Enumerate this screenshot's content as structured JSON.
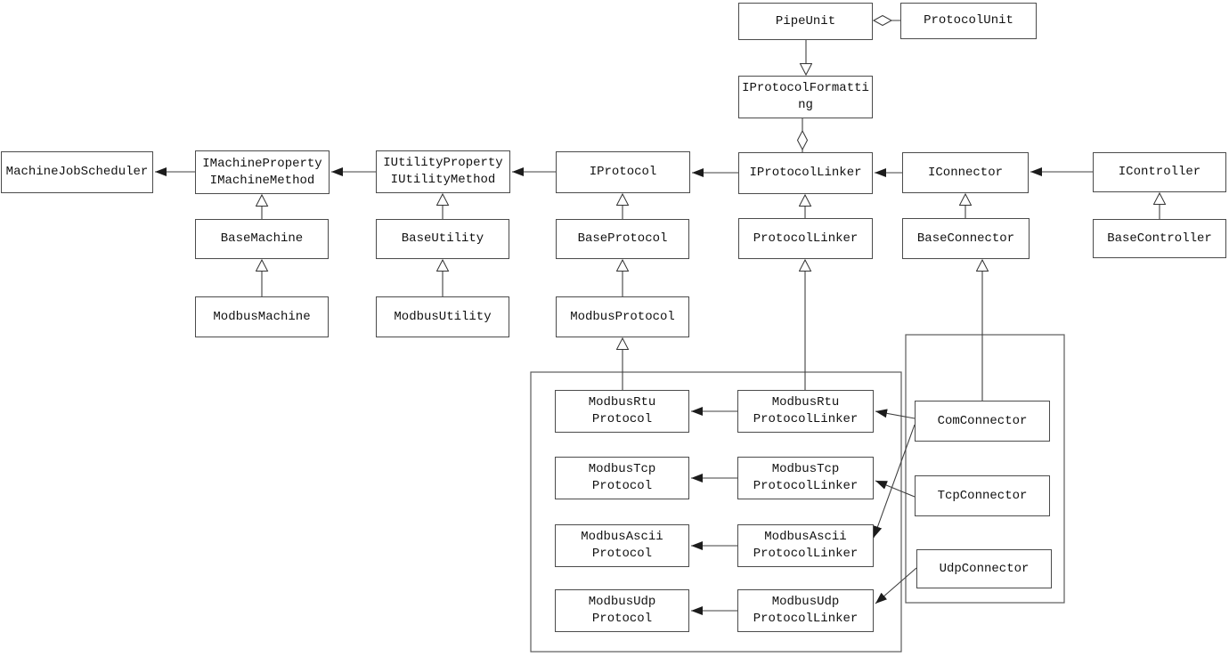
{
  "diagram": {
    "kind": "uml-class-diagram",
    "colors": {
      "background": "#ffffff",
      "line": "#3f3f3f",
      "box_border": "#4b4b4b",
      "text": "#111111"
    },
    "nodes": {
      "pipe_unit": {
        "label": "PipeUnit"
      },
      "protocol_unit": {
        "label": "ProtocolUnit"
      },
      "iprotocol_formatting": {
        "label": "IProtocolFormatting"
      },
      "machine_job_scheduler": {
        "label": "MachineJobScheduler"
      },
      "imachine_property_method": {
        "label": "IMachineProperty\nIMachineMethod"
      },
      "iutility_property_method": {
        "label": "IUtilityProperty\nIUtilityMethod"
      },
      "iprotocol": {
        "label": "IProtocol"
      },
      "iprotocol_linker": {
        "label": "IProtocolLinker"
      },
      "iconnector": {
        "label": "IConnector"
      },
      "icontroller": {
        "label": "IController"
      },
      "base_machine": {
        "label": "BaseMachine"
      },
      "base_utility": {
        "label": "BaseUtility"
      },
      "base_protocol": {
        "label": "BaseProtocol"
      },
      "protocol_linker": {
        "label": "ProtocolLinker"
      },
      "base_connector": {
        "label": "BaseConnector"
      },
      "base_controller": {
        "label": "BaseController"
      },
      "modbus_machine": {
        "label": "ModbusMachine"
      },
      "modbus_utility": {
        "label": "ModbusUtility"
      },
      "modbus_protocol": {
        "label": "ModbusProtocol"
      },
      "modbus_rtu_protocol": {
        "label": "ModbusRtu\nProtocol"
      },
      "modbus_tcp_protocol": {
        "label": "ModbusTcp\nProtocol"
      },
      "modbus_ascii_protocol": {
        "label": "ModbusAscii\nProtocol"
      },
      "modbus_udp_protocol": {
        "label": "ModbusUdp\nProtocol"
      },
      "modbus_rtu_protocol_linker": {
        "label": "ModbusRtu\nProtocolLinker"
      },
      "modbus_tcp_protocol_linker": {
        "label": "ModbusTcp\nProtocolLinker"
      },
      "modbus_ascii_protocol_linker": {
        "label": "ModbusAscii\nProtocolLinker"
      },
      "modbus_udp_protocol_linker": {
        "label": "ModbusUdp\nProtocolLinker"
      },
      "com_connector": {
        "label": "ComConnector"
      },
      "tcp_connector": {
        "label": "TcpConnector"
      },
      "udp_connector": {
        "label": "UdpConnector"
      }
    },
    "edges": [
      {
        "from": "base_machine",
        "to": "imachine_property_method",
        "type": "generalization"
      },
      {
        "from": "modbus_machine",
        "to": "base_machine",
        "type": "generalization"
      },
      {
        "from": "base_utility",
        "to": "iutility_property_method",
        "type": "generalization"
      },
      {
        "from": "modbus_utility",
        "to": "base_utility",
        "type": "generalization"
      },
      {
        "from": "base_protocol",
        "to": "iprotocol",
        "type": "generalization"
      },
      {
        "from": "modbus_protocol",
        "to": "base_protocol",
        "type": "generalization"
      },
      {
        "from": "modbus_rtu_protocol",
        "to": "modbus_protocol",
        "type": "generalization"
      },
      {
        "from": "protocol_linker",
        "to": "iprotocol_linker",
        "type": "generalization"
      },
      {
        "from": "modbus_rtu_protocol_linker",
        "to": "protocol_linker",
        "type": "generalization"
      },
      {
        "from": "base_connector",
        "to": "iconnector",
        "type": "generalization"
      },
      {
        "from": "com_connector",
        "to": "base_connector",
        "type": "generalization"
      },
      {
        "from": "base_controller",
        "to": "icontroller",
        "type": "generalization"
      },
      {
        "from": "pipe_unit",
        "to": "iprotocol_formatting",
        "type": "generalization"
      },
      {
        "from": "imachine_property_method",
        "to": "machine_job_scheduler",
        "type": "directed-association"
      },
      {
        "from": "iutility_property_method",
        "to": "imachine_property_method",
        "type": "directed-association"
      },
      {
        "from": "iprotocol",
        "to": "iutility_property_method",
        "type": "directed-association"
      },
      {
        "from": "iprotocol_linker",
        "to": "iprotocol",
        "type": "directed-association"
      },
      {
        "from": "iconnector",
        "to": "iprotocol_linker",
        "type": "directed-association"
      },
      {
        "from": "icontroller",
        "to": "iconnector",
        "type": "directed-association"
      },
      {
        "from": "modbus_rtu_protocol_linker",
        "to": "modbus_rtu_protocol",
        "type": "directed-association"
      },
      {
        "from": "modbus_tcp_protocol_linker",
        "to": "modbus_tcp_protocol",
        "type": "directed-association"
      },
      {
        "from": "modbus_ascii_protocol_linker",
        "to": "modbus_ascii_protocol",
        "type": "directed-association"
      },
      {
        "from": "modbus_udp_protocol_linker",
        "to": "modbus_udp_protocol",
        "type": "directed-association"
      },
      {
        "from": "com_connector",
        "to": "modbus_rtu_protocol_linker",
        "type": "directed-association"
      },
      {
        "from": "com_connector",
        "to": "modbus_ascii_protocol_linker",
        "type": "directed-association"
      },
      {
        "from": "tcp_connector",
        "to": "modbus_tcp_protocol_linker",
        "type": "directed-association"
      },
      {
        "from": "udp_connector",
        "to": "modbus_udp_protocol_linker",
        "type": "directed-association"
      },
      {
        "owner": "pipe_unit",
        "part": "protocol_unit",
        "type": "aggregation"
      },
      {
        "owner": "iprotocol_linker",
        "part": "iprotocol_formatting",
        "type": "aggregation"
      }
    ]
  }
}
